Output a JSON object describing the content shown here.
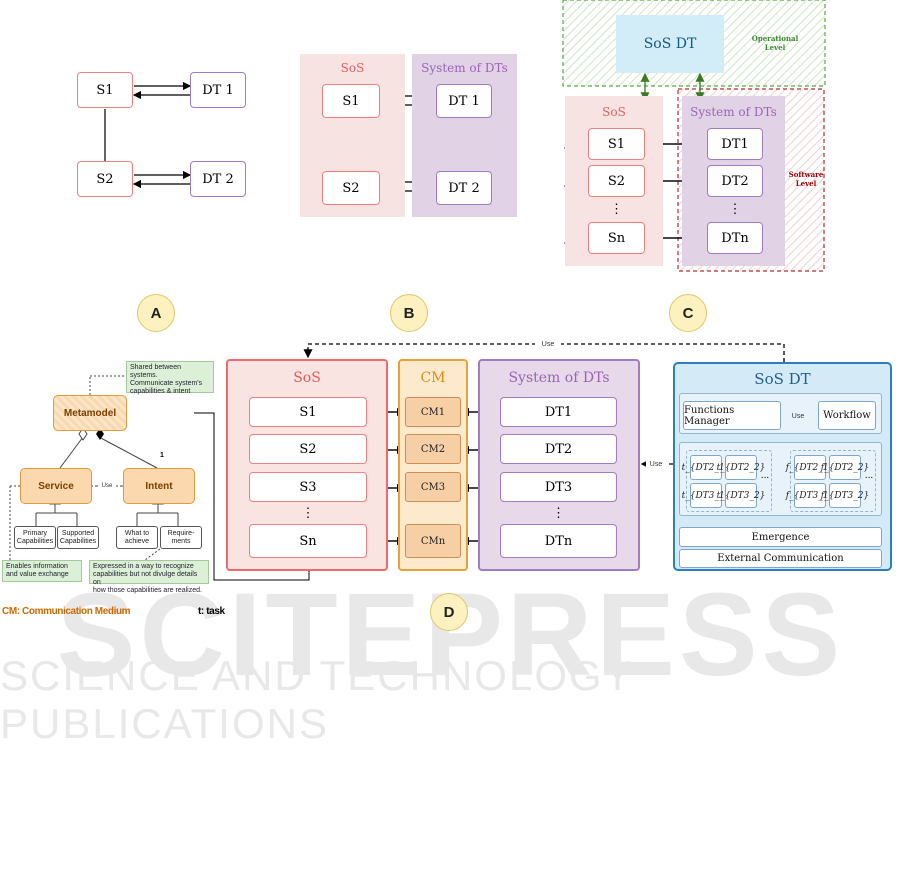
{
  "panels": {
    "a": {
      "label": "A",
      "s1": "S1",
      "s2": "S2",
      "dt1": "DT 1",
      "dt2": "DT 2"
    },
    "b": {
      "label": "B",
      "sos": "SoS",
      "sysdts": "System of DTs",
      "s1": "S1",
      "s2": "S2",
      "dt1": "DT 1",
      "dt2": "DT 2"
    },
    "c": {
      "label": "C",
      "sosdt": "SoS DT",
      "operational": "Operational\nLevel",
      "sos": "SoS",
      "sysdts": "System of DTs",
      "software": "Software\nLevel",
      "s1": "S1",
      "s2": "S2",
      "sn": "Sn",
      "dt1": "DT1",
      "dt2": "DT2",
      "dtn": "DTn",
      "dots": "⋮"
    },
    "d": {
      "label": "D",
      "use_top": "Use",
      "use_mid": "Use",
      "use_intent": "Use",
      "use_wf": "Use",
      "sos": "SoS",
      "s": [
        "S1",
        "S2",
        "S3",
        "Sn"
      ],
      "cm": "CM",
      "cms": [
        "CM1",
        "CM2",
        "CM3",
        "CMn"
      ],
      "sysdts": "System of DTs",
      "dts": [
        "DT1",
        "DT2",
        "DT3",
        "DTn"
      ],
      "dots": "⋮",
      "sosdt": "SoS DT",
      "functions_manager": "Functions Manager",
      "workflow": "Workflow",
      "emergence": "Emergence",
      "external": "External Communication",
      "tasks": [
        "t_{DT2_1}",
        "t_{DT2_2}",
        "t_{DT3_1}",
        "t_{DT3_2}"
      ],
      "funcs": [
        "f_{DT2_1}",
        "f_{DT2_2}",
        "f_{DT3_1}",
        "f_{DT3_2}"
      ],
      "ellipsis": "...",
      "metamodel": "Metamodel",
      "service": "Service",
      "intent": "Intent",
      "primary": "Primary\nCapabilities",
      "supported": "Supported\nCapabilities",
      "what": "What to\nachieve",
      "requirements": "Require-\nments",
      "note_shared": "Shared between systems.\nCommunicate system's\ncapabilities & intent",
      "note_enables": "Enables information\nand value exchange",
      "note_expressed": "Expressed in a way to recognize\ncapabilities but not divulge details on\nhow those capabilities are realized.",
      "mult": "1"
    }
  },
  "legend": {
    "cm": "CM: Communication Medium",
    "t": "t: task"
  },
  "watermark": {
    "line1": "SCITEPRESS",
    "line2": "SCIENCE AND TECHNOLOGY PUBLICATIONS"
  }
}
